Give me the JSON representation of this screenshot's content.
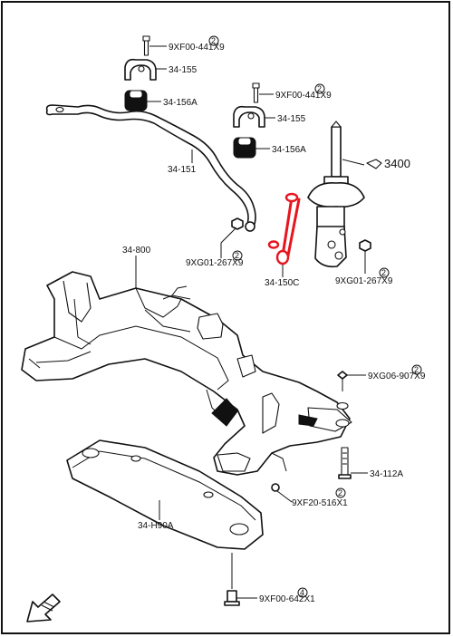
{
  "diagram": {
    "labels": {
      "bolt_top": "9XF00-441X9",
      "bolt_top_qty": "2",
      "bracket_left": "34-155",
      "bushing_left": "34-156A",
      "bolt_top2": "9XF00-441X9",
      "bolt_top2_qty": "2",
      "bracket_right": "34-155",
      "bushing_right": "34-156A",
      "stabilizer_bar": "34-151",
      "strut_ref": "3400",
      "nut_left": "9XG01-267X9",
      "nut_left_qty": "2",
      "link": "34-150C",
      "nut_right": "9XG01-267X9",
      "nut_right_qty": "2",
      "crossmember": "34-800",
      "bolt_side": "9XG06-907X9",
      "bolt_side_qty": "2",
      "bolt_mid": "34-112A",
      "nut_bottom": "9XF20-516X1",
      "nut_bottom_qty": "2",
      "brace": "34-H90A",
      "bolt_bottom": "9XF00-642X1",
      "bolt_bottom_qty": "4"
    },
    "colors": {
      "highlight": "#e8141e",
      "ink": "#111111"
    },
    "icons": {
      "front_arrow": "front-arrow-icon"
    }
  }
}
